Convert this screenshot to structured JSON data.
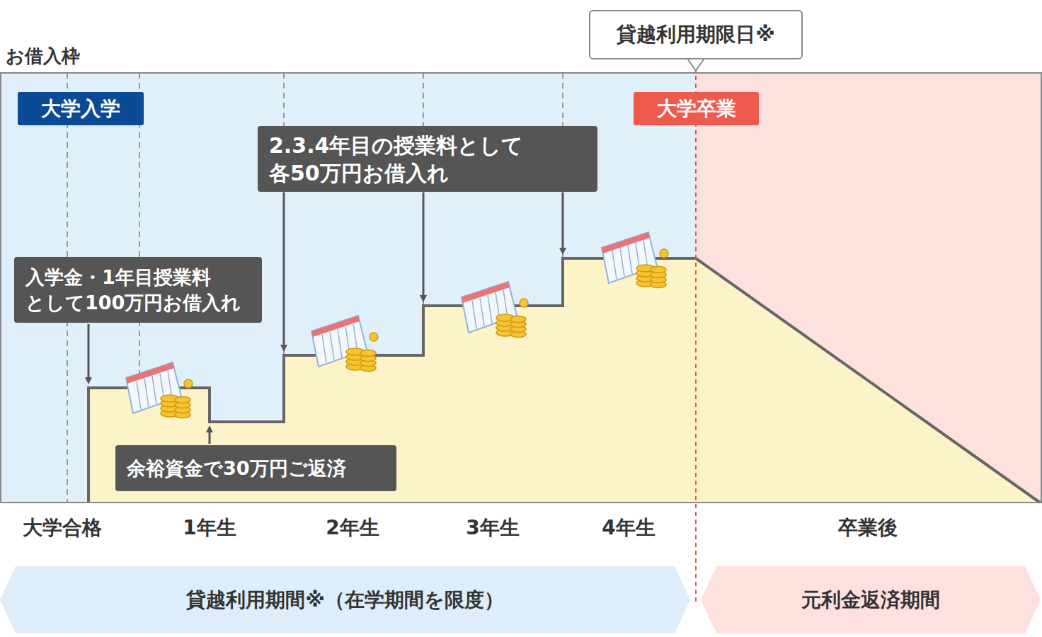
{
  "diagram": {
    "nodes": [
      {
        "text": [
          "貸越利用期限日※"
        ]
      },
      {
        "text": [
          "大学入学"
        ]
      },
      {
        "text": [
          "大学卒業"
        ]
      },
      {
        "text": [
          "2.3.4年目の授業料として 各50万円お借入れ"
        ]
      },
      {
        "text": [
          "入学金・1年目授業料 として100万円お借入れ"
        ]
      },
      {
        "text": [
          "余裕資金で30万円ご返済"
        ]
      },
      {
        "text": [
          "貸越利用期間※（在学期間を限度）"
        ]
      },
      {
        "text": [
          "元利金返済期間"
        ]
      }
    ],
    "labels": [
      "お借入枠",
      "大学合格",
      "1年生",
      "2年生",
      "3年生",
      "4年生",
      "卒業後"
    ]
  }
}
